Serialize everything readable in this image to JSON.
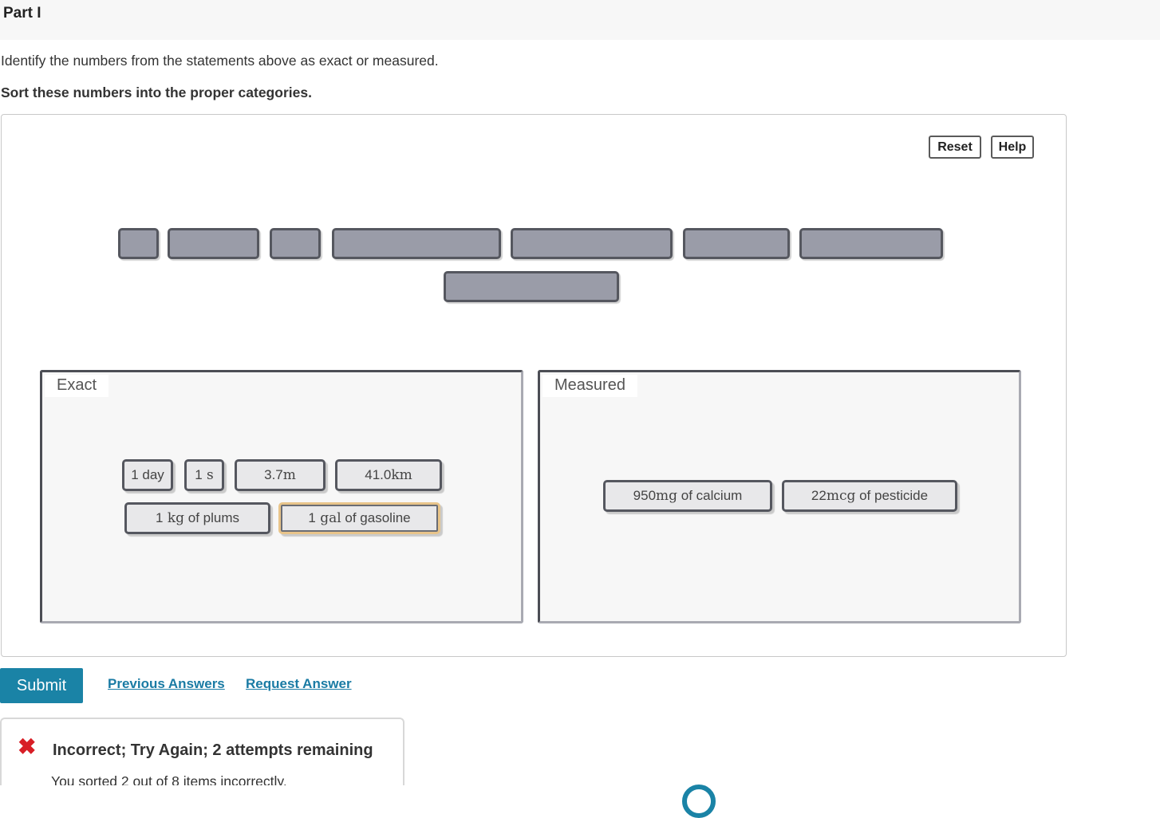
{
  "part": {
    "title": "Part I"
  },
  "instructions": {
    "line1": "Identify the numbers from the statements above as exact or measured.",
    "line2": "Sort these numbers into the proper categories."
  },
  "toolbar": {
    "reset_label": "Reset",
    "help_label": "Help"
  },
  "bins": {
    "exact": {
      "label": "Exact",
      "items": [
        {
          "num": "1",
          "unit": "",
          "suffix": " day"
        },
        {
          "num": "1",
          "unit": " s",
          "suffix": ""
        },
        {
          "num": "3.7",
          "unit": "m",
          "suffix": ""
        },
        {
          "num": "41.0",
          "unit": "km",
          "suffix": ""
        },
        {
          "num": "1",
          "unit": " kg",
          "suffix": " of plums"
        },
        {
          "num": "1",
          "unit": " gal",
          "suffix": " of gasoline"
        }
      ]
    },
    "measured": {
      "label": "Measured",
      "items": [
        {
          "num": "950",
          "unit": "mg",
          "suffix": " of calcium"
        },
        {
          "num": "22",
          "unit": "mcg",
          "suffix": " of pesticide"
        }
      ]
    }
  },
  "actions": {
    "submit_label": "Submit",
    "previous_answers": "Previous Answers",
    "request_answer": "Request Answer"
  },
  "feedback": {
    "icon": "x-mark-icon",
    "title": "Incorrect; Try Again; 2 attempts remaining",
    "detail": "You sorted 2 out of 8 items incorrectly."
  },
  "colors": {
    "accent": "#1a83a6",
    "error": "#d81e26",
    "slot_fill": "#9a9ca8",
    "chip_fill": "#e8e8ea"
  }
}
